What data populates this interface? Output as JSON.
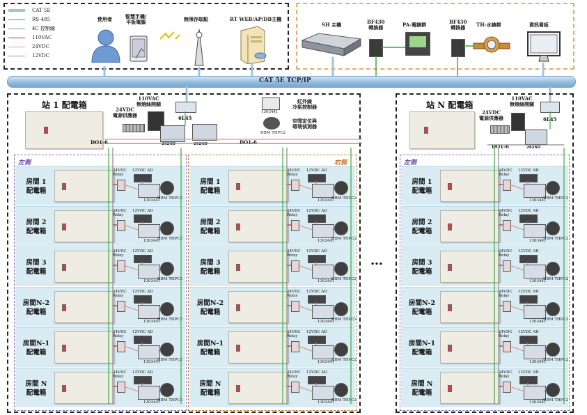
{
  "legend": {
    "items": [
      {
        "label": "CAT 5E",
        "color": "#9fc3df",
        "width": 4
      },
      {
        "label": "RS-485",
        "color": "#3aaa3a",
        "width": 1.5
      },
      {
        "label": "4C 控制線",
        "color": "#888888",
        "width": 1.5
      },
      {
        "label": "110VAC",
        "color": "#b03030",
        "width": 1.5
      },
      {
        "label": "24VDC",
        "color": "#d99a9a",
        "width": 1.5
      },
      {
        "label": "12VDC",
        "color": "#9b86c9",
        "width": 1.5
      }
    ]
  },
  "top_left": {
    "user": "使用者",
    "mobile": "智慧手機/\n平板電腦",
    "wireless": "無限存取點",
    "server": "RT WEB/AP/DB主機"
  },
  "top_right": {
    "sh": "SH 主機",
    "bf430_a": "BF430\n轉換器",
    "pa": "PA-電錶群",
    "bf430_b": "BF430\n轉換器",
    "th": "TH-水錶群",
    "display": "資訊看板"
  },
  "bus": {
    "label": "CAT 5E TCP/IP"
  },
  "station1": {
    "title": "站 1 配電箱",
    "breaker": "110VAC\n無熔絲開關",
    "psu": "24VDC\n電源供應器",
    "switch": "6L45",
    "ctrl_a": "2626D",
    "ctrl_b": "2626D",
    "ir_code": "1303441",
    "ir_label": "紅外線\n冷氣控制器",
    "env_code": "HBM THPC2",
    "env_label": "空間定位與\n環境偵測器",
    "do_left": "DO1-6",
    "do_right": "DO1-6",
    "left_side": "左側",
    "right_side": "右側"
  },
  "stationN": {
    "title": "站 N 配電箱",
    "breaker": "110VAC\n無熔絲開關",
    "psu": "24VDC\n電源供應器",
    "switch": "6L45",
    "ctrl": "2626D",
    "do": "DO1-6",
    "left_side": "左側"
  },
  "ellipsis": "…",
  "rooms": [
    {
      "name": "房間 1\n配電箱"
    },
    {
      "name": "房間 2\n配電箱"
    },
    {
      "name": "房間 3\n配電箱"
    },
    {
      "name": "房間N-2\n配電箱"
    },
    {
      "name": "房間N-1\n配電箱"
    },
    {
      "name": "房間 N\n配電箱"
    }
  ],
  "room_devices": {
    "relay": "24VDC\nRelay",
    "adapter": "12VDC AD",
    "ir": "1303441",
    "sensor": "HBM THPC2"
  }
}
